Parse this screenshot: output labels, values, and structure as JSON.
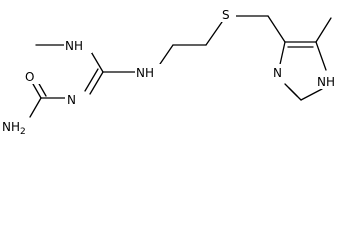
{
  "molecule": {
    "atoms": {
      "nh_methylamino": "NH",
      "nh_linker": "NH",
      "s_thioether": "S",
      "n_imine": "N",
      "o_carbonyl": "O",
      "nh2_amide": "NH",
      "nh2_subscript": "2",
      "n_ring": "N",
      "nh_ring": "NH"
    }
  }
}
